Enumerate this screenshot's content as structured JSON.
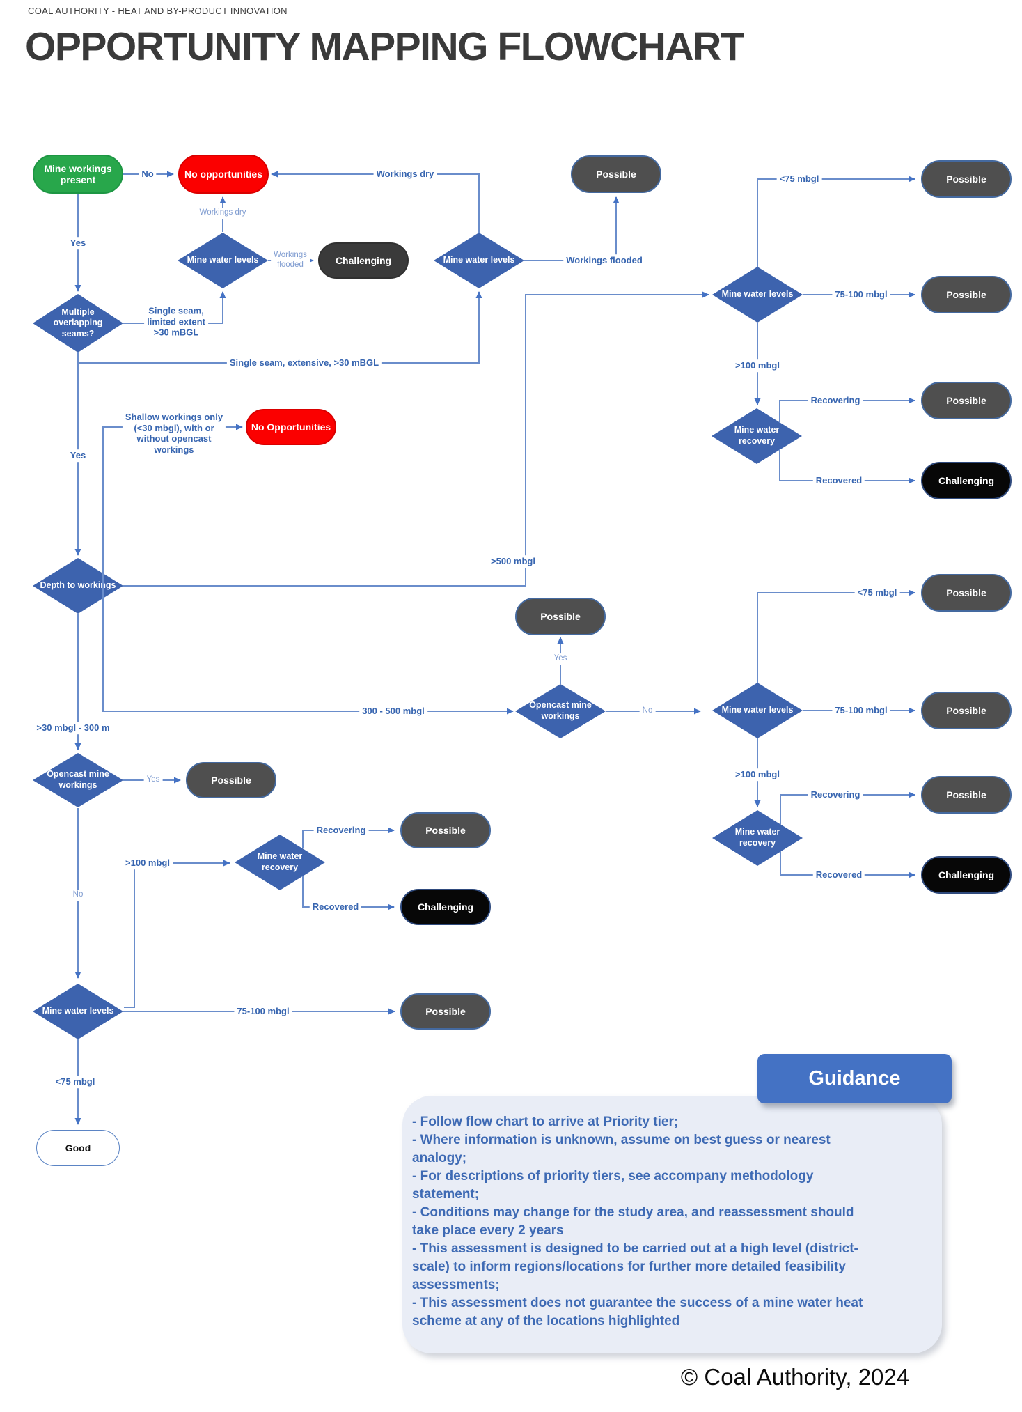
{
  "header": {
    "eyebrow": "COAL AUTHORITY - HEAT AND BY-PRODUCT INNOVATION",
    "title": "OPPORTUNITY MAPPING FLOWCHART"
  },
  "colors": {
    "accent_blue": "#4472C4",
    "line_blue": "#6a8dcb",
    "label_blue": "#3765B0",
    "label_light": "#7e9bd0",
    "diamond_blue": "#3d63ae",
    "green": "#28a74b",
    "red": "#fb0000",
    "gray_possible": "#4f4f4f",
    "gray_dark": "#3a3a3a",
    "black_pill": "#070707",
    "panel_bg": "#e9edf6",
    "guidance_text": "#3e6ab4",
    "title_gray": "#3a3a3a"
  },
  "nodes": {
    "start": {
      "label": "Mine workings present",
      "type": "start-green"
    },
    "no_opp_1": {
      "label": "No opportunities",
      "type": "negative-red"
    },
    "mwl_1": {
      "label": "Mine water levels",
      "type": "decision"
    },
    "challenging_1": {
      "label": "Challenging",
      "type": "challenging-dark"
    },
    "mwl_2": {
      "label": "Mine water levels",
      "type": "decision"
    },
    "possible_1": {
      "label": "Possible",
      "type": "possible-gray"
    },
    "multi_seams": {
      "label": "Multiple overlapping seams?",
      "type": "decision"
    },
    "no_opp_2": {
      "label": "No Opportunities",
      "type": "negative-red"
    },
    "mwl_rt": {
      "label": "Mine water levels",
      "type": "decision"
    },
    "possible_rt_75": {
      "label": "Possible",
      "type": "possible-gray"
    },
    "possible_rt_75100": {
      "label": "Possible",
      "type": "possible-gray"
    },
    "mwr_rt": {
      "label": "Mine water recovery",
      "type": "decision"
    },
    "possible_rt_recovering": {
      "label": "Possible",
      "type": "possible-gray"
    },
    "challenging_rt": {
      "label": "Challenging",
      "type": "challenging-black"
    },
    "depth": {
      "label": "Depth to workings",
      "type": "decision"
    },
    "possible_mid": {
      "label": "Possible",
      "type": "possible-gray"
    },
    "opencast_mid": {
      "label": "Opencast mine workings",
      "type": "decision"
    },
    "mwl_rm": {
      "label": "Mine water levels",
      "type": "decision"
    },
    "possible_rm_75": {
      "label": "Possible",
      "type": "possible-gray"
    },
    "possible_rm_75100": {
      "label": "Possible",
      "type": "possible-gray"
    },
    "mwr_rb": {
      "label": "Mine water recovery",
      "type": "decision"
    },
    "possible_rb_recovering": {
      "label": "Possible",
      "type": "possible-gray"
    },
    "challenging_rb": {
      "label": "Challenging",
      "type": "challenging-black"
    },
    "opencast_left": {
      "label": "Opencast mine workings",
      "type": "decision"
    },
    "possible_left_yes": {
      "label": "Possible",
      "type": "possible-gray"
    },
    "mwr_left": {
      "label": "Mine water recovery",
      "type": "decision"
    },
    "possible_lb_recovering": {
      "label": "Possible",
      "type": "possible-gray"
    },
    "challenging_lb": {
      "label": "Challenging",
      "type": "challenging-black"
    },
    "mwl_bottom": {
      "label": "Mine water levels",
      "type": "decision"
    },
    "possible_bottom": {
      "label": "Possible",
      "type": "possible-gray"
    },
    "good": {
      "label": "Good",
      "type": "good-white"
    }
  },
  "labels": {
    "no_1": "No",
    "yes_1": "Yes",
    "workings_dry_small": "Workings dry",
    "workings_flooded_small": "Workings\nflooded",
    "workings_dry_long": "Workings dry",
    "workings_flooded_long": "Workings flooded",
    "single_seam_limited": "Single seam,\nlimited extent\n>30 mBGL",
    "single_seam_extensive": "Single seam, extensive, >30 mBGL",
    "yes_2": "Yes",
    "shallow": "Shallow workings only\n(<30 mbgl), with or\nwithout opencast\nworkings",
    "lt75_rt": "<75 mbgl",
    "r75100_rt": "75-100 mbgl",
    "gt100_rt": ">100 mbgl",
    "recovering_rt": "Recovering",
    "recovered_rt": "Recovered",
    "gt500": ">500 mbgl",
    "r300500": "300 - 500 mbgl",
    "gt30_300": ">30 mbgl - 300 m",
    "yes_3": "Yes",
    "no_2": "No",
    "lt75_rm": "<75 mbgl",
    "r75100_rm": "75-100 mbgl",
    "gt100_rb": ">100 mbgl",
    "recovering_rb": "Recovering",
    "recovered_rb": "Recovered",
    "yes_4": "Yes",
    "no_3": "No",
    "gt100_lb": ">100 mbgl",
    "recovering_lb": "Recovering",
    "recovered_lb": "Recovered",
    "r75100_b": "75-100 mbgl",
    "lt75_b": "<75 mbgl"
  },
  "guidance": {
    "title": "Guidance",
    "body": "- Follow flow chart to arrive at Priority tier;\n- Where information is unknown, assume on best guess or nearest analogy;\n- For descriptions of priority tiers, see accompany methodology statement;\n- Conditions may change for the study area, and reassessment should take place every 2 years\n- This assessment is designed to be carried out at a high level (district-scale) to inform regions/locations for further more detailed feasibility assessments;\n- This assessment does not guarantee the success of a mine water heat scheme at any of the locations highlighted"
  },
  "footer": {
    "copyright": "© Coal Authority, 2024"
  }
}
